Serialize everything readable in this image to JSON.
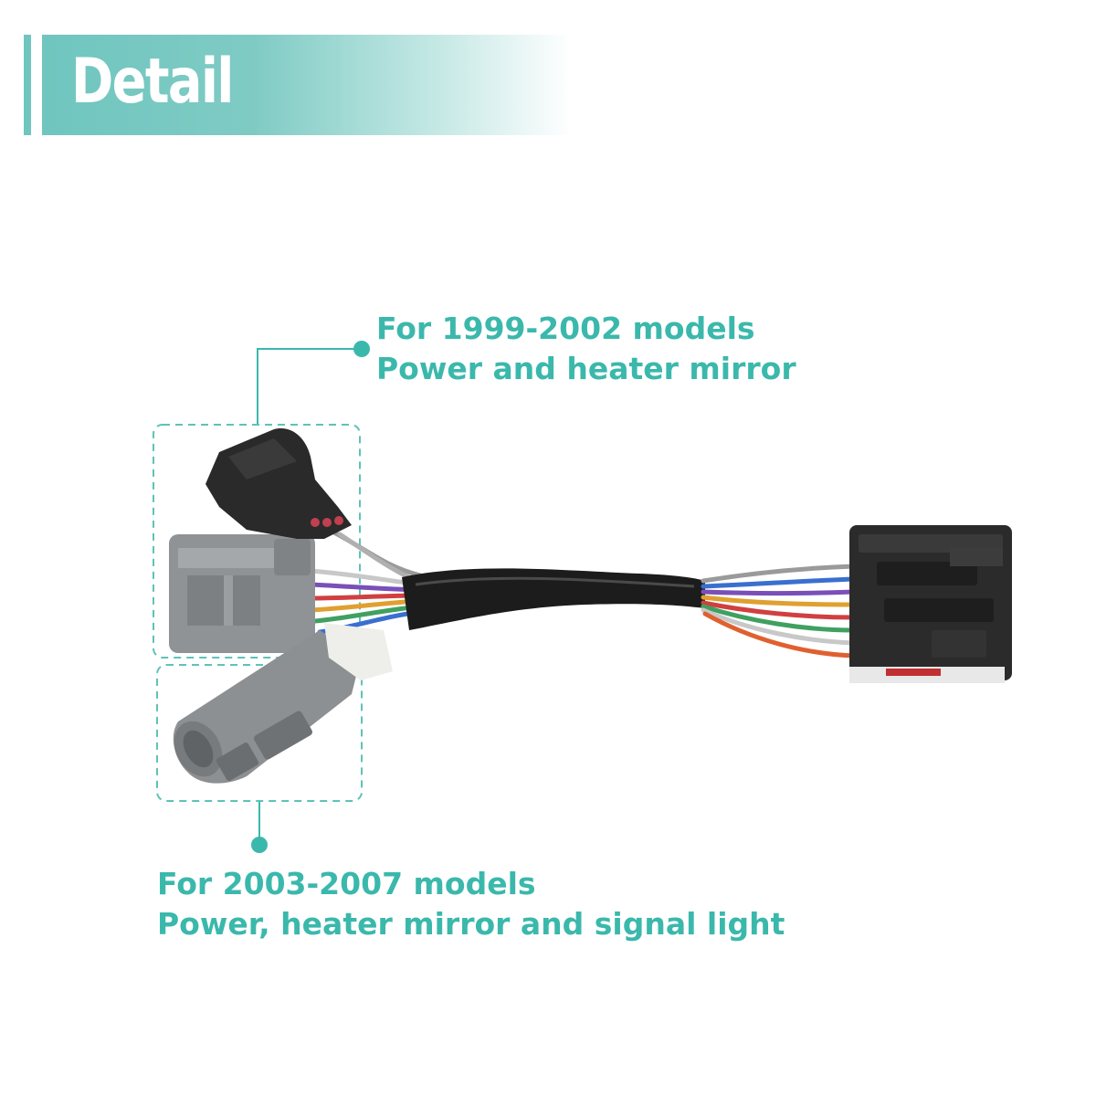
{
  "banner": {
    "title": "Detail"
  },
  "callouts": [
    {
      "line1": "For 1999-2002 models",
      "line2": "Power and heater mirror"
    },
    {
      "line1": "For 2003-2007 models",
      "line2": "Power, heater mirror and signal light"
    }
  ],
  "colors": {
    "accent": "#3bb8ac",
    "banner": "#6fc6bf"
  }
}
